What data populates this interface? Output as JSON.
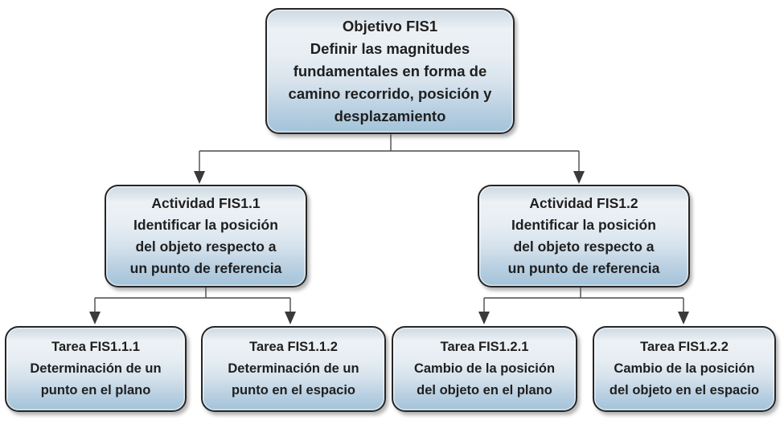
{
  "diagram": {
    "type": "hierarchy-flowchart",
    "levels": [
      "Objetivo",
      "Actividad",
      "Tarea"
    ],
    "nodes": {
      "objetivo": {
        "title": "Objetivo FIS1",
        "body": "Definir las magnitudes\nfundamentales en forma de\ncamino recorrido, posición y\ndesplazamiento"
      },
      "actividad_1_1": {
        "title": "Actividad FIS1.1",
        "body": "Identificar la posición\ndel objeto respecto a\nun punto de referencia"
      },
      "actividad_1_2": {
        "title": "Actividad FIS1.2",
        "body": "Identificar la posición\ndel objeto respecto a\nun punto de referencia"
      },
      "tarea_1_1_1": {
        "title": "Tarea FIS1.1.1",
        "body": "Determinación de un\npunto en el plano"
      },
      "tarea_1_1_2": {
        "title": "Tarea FIS1.1.2",
        "body": "Determinación de un\npunto en el espacio"
      },
      "tarea_1_2_1": {
        "title": "Tarea FIS1.2.1",
        "body": "Cambio de la posición\ndel objeto en el plano"
      },
      "tarea_1_2_2": {
        "title": "Tarea FIS1.2.2",
        "body": "Cambio de la posición\ndel objeto en el espacio"
      }
    },
    "edges": [
      {
        "from": "Objetivo FIS1",
        "to": "Actividad FIS1.1"
      },
      {
        "from": "Objetivo FIS1",
        "to": "Actividad FIS1.2"
      },
      {
        "from": "Actividad FIS1.1",
        "to": "Tarea FIS1.1.1"
      },
      {
        "from": "Actividad FIS1.1",
        "to": "Tarea FIS1.1.2"
      },
      {
        "from": "Actividad FIS1.2",
        "to": "Tarea FIS1.2.1"
      },
      {
        "from": "Actividad FIS1.2",
        "to": "Tarea FIS1.2.2"
      }
    ],
    "colors": {
      "background": "#ffffff",
      "box_gradient_top": "#ccd8e2",
      "box_gradient_light": "#ecf1f5",
      "box_gradient_bottom": "#a3c3d9",
      "box_border": "#262626",
      "text": "#1f1f1f",
      "connector_line": "#4a4a4a",
      "arrowhead": "#3a3a3a"
    }
  }
}
